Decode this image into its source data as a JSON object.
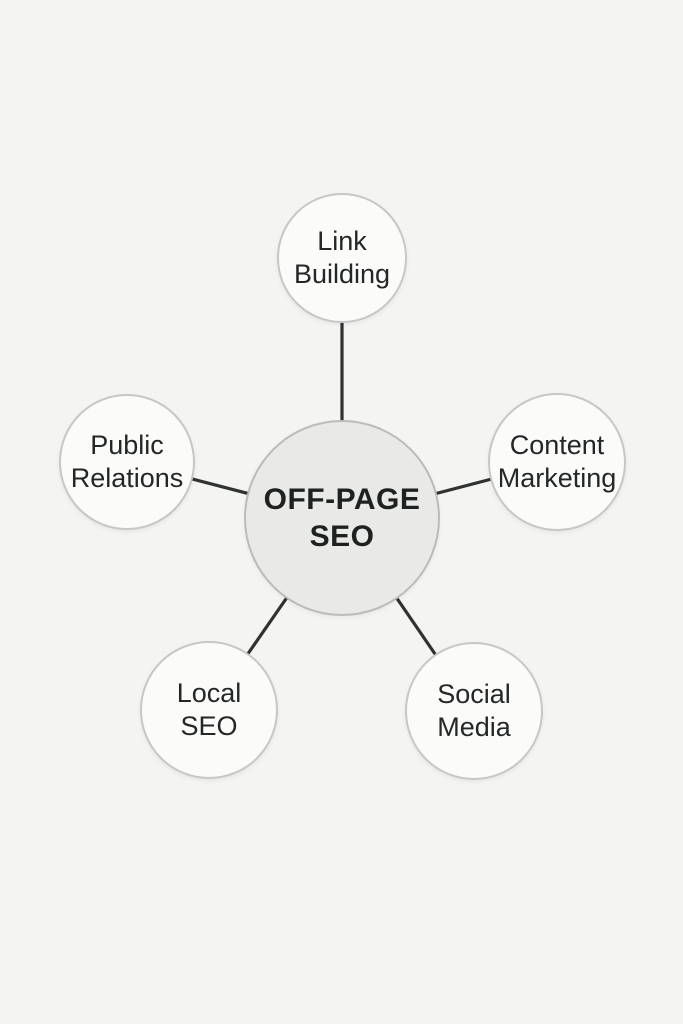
{
  "diagram": {
    "center": {
      "label": "OFF-PAGE SEO",
      "lines": [
        "OFF-PAGE",
        "SEO"
      ]
    },
    "nodes": [
      {
        "id": "link-building",
        "label": "Link Building",
        "lines": [
          "Link",
          "Building"
        ]
      },
      {
        "id": "public-relations",
        "label": "Public Relations",
        "lines": [
          "Public",
          "Relations"
        ]
      },
      {
        "id": "content-marketing",
        "label": "Content Marketing",
        "lines": [
          "Content",
          "Marketing"
        ]
      },
      {
        "id": "local-seo",
        "label": "Local SEO",
        "lines": [
          "Local",
          "SEO"
        ]
      },
      {
        "id": "social-media",
        "label": "Social Media",
        "lines": [
          "Social",
          "Media"
        ]
      }
    ],
    "colors": {
      "background": "#f4f4f3",
      "center_fill": "#e9e9e7",
      "center_border": "#bbbbb9",
      "satellite_fill": "#fbfbfa",
      "satellite_border": "#c7c7c5",
      "connector": "#2e3331",
      "center_text": "#1d211f",
      "satellite_text": "#232726"
    }
  }
}
